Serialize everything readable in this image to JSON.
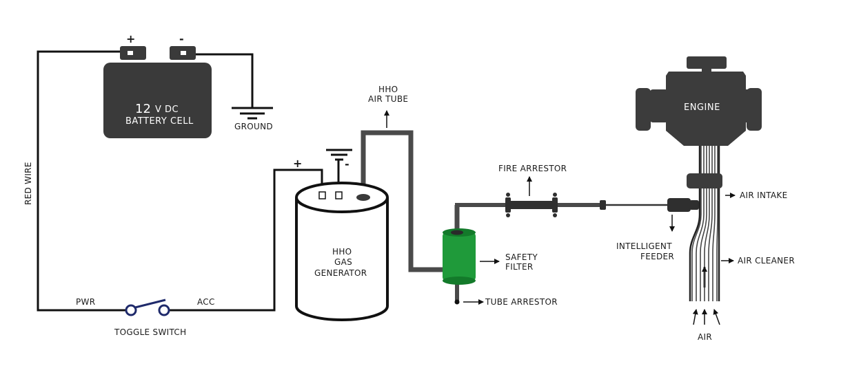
{
  "colors": {
    "wire": "#111111",
    "battery": "#3a3a3a",
    "tube": "#4a4a4a",
    "filter": "#1f9a3a",
    "engine": "#3c3c3c"
  },
  "battery": {
    "plus": "+",
    "minus": "-",
    "voltage": "12",
    "unit": "V DC",
    "name": "BATTERY CELL"
  },
  "labels": {
    "ground": "GROUND",
    "red_wire": "RED WIRE",
    "pwr": "PWR",
    "acc": "ACC",
    "toggle_switch": "TOGGLE SWITCH",
    "gen_plus": "+",
    "gen_minus": "-",
    "hho_air_tube_1": "HHO",
    "hho_air_tube_2": "AIR TUBE",
    "gen_1": "HHO",
    "gen_2": "GAS",
    "gen_3": "GENERATOR",
    "safety_1": "SAFETY",
    "safety_2": "FILTER",
    "tube_arrestor": "TUBE ARRESTOR",
    "fire_arrestor": "FIRE ARRESTOR",
    "engine": "ENGINE",
    "air_intake": "AIR INTAKE",
    "feeder_1": "INTELLIGENT",
    "feeder_2": "FEEDER",
    "air_cleaner": "AIR CLEANER",
    "air": "AIR"
  }
}
